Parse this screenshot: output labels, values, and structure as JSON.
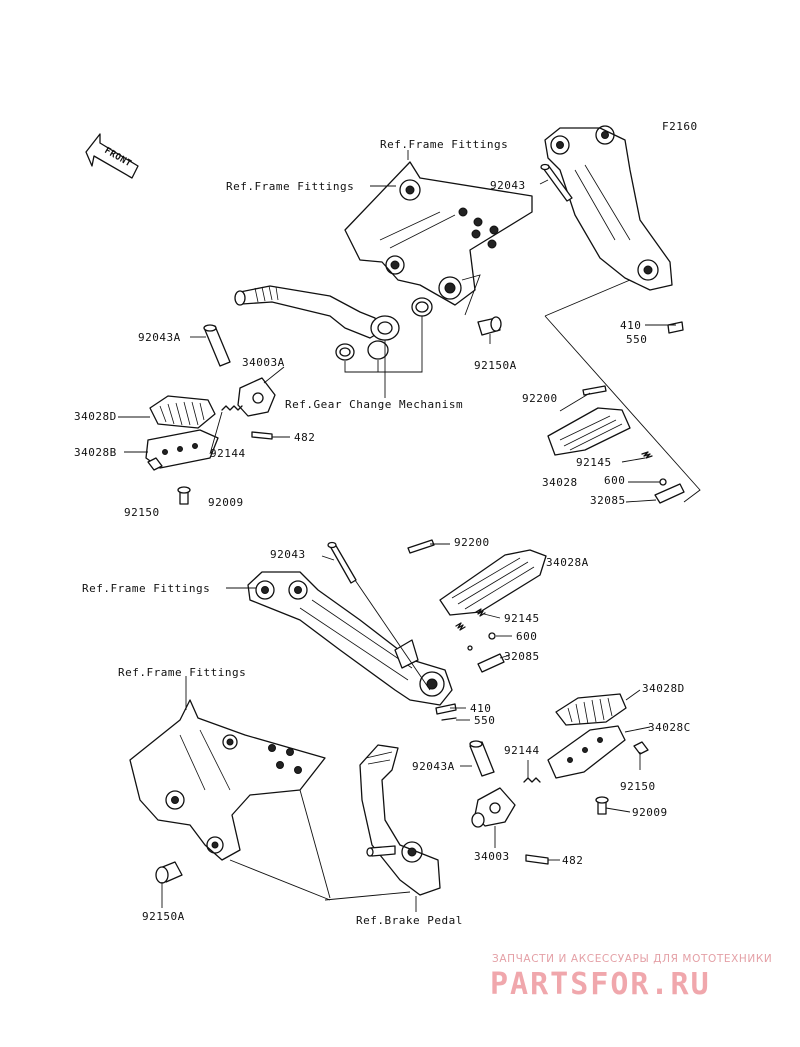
{
  "figure_code": "F2160",
  "front_label": "FRONT",
  "upper": {
    "ref_frame_fittings_top": "Ref.Frame Fittings",
    "ref_frame_fittings_left": "Ref.Frame Fittings",
    "ref_gear_change": "Ref.Gear Change Mechanism",
    "parts": {
      "p92043": "92043",
      "p92043a": "92043A",
      "p34003a": "34003A",
      "p34028d": "34028D",
      "p34028b": "34028B",
      "p92144": "92144",
      "p482": "482",
      "p92150": "92150",
      "p92009": "92009",
      "p92150a": "92150A",
      "p410": "410",
      "p550": "550",
      "p92200": "92200",
      "p92145": "92145",
      "p600": "600",
      "p34028": "34028",
      "p32085": "32085"
    }
  },
  "lower": {
    "ref_frame_fittings_a": "Ref.Frame Fittings",
    "ref_frame_fittings_b": "Ref.Frame Fittings",
    "ref_brake_pedal": "Ref.Brake Pedal",
    "parts": {
      "p92043": "92043",
      "p92200": "92200",
      "p34028a": "34028A",
      "p92145": "92145",
      "p600": "600",
      "p32085": "32085",
      "p410": "410",
      "p550": "550",
      "p34028d": "34028D",
      "p34028c": "34028C",
      "p92144": "92144",
      "p92043a": "92043A",
      "p92150": "92150",
      "p92009": "92009",
      "p34003": "34003",
      "p482": "482",
      "p92150a": "92150A"
    }
  },
  "watermark": {
    "tagline": "ЗАПЧАСТИ И АКСЕССУАРЫ ДЛЯ МОТОТЕХНИКИ",
    "brand": "PARTSFOR.RU"
  }
}
